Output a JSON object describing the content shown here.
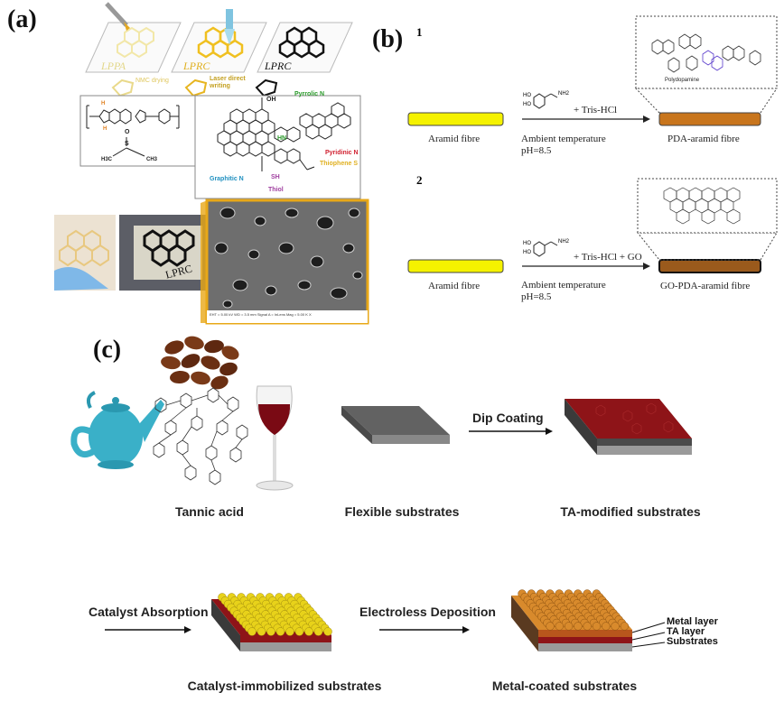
{
  "panels": {
    "a": "(a)",
    "b": "(b)",
    "c": "(c)"
  },
  "panel_a": {
    "sheet_labels": [
      "LPPA",
      "LPRC",
      "LPRC"
    ],
    "steps": [
      "NMC drying",
      "Laser direct writing"
    ],
    "molecule_labels": [
      "H",
      "H",
      "S",
      "O",
      "H3C",
      "CH3"
    ],
    "graphene_labels": {
      "oh": "OH",
      "pyrrolic": "Pyrrolic N",
      "pyridinic": "Pyridinic N",
      "thiophene": "Thiophene S",
      "graphitic": "Graphitic N",
      "thiol": "Thiol",
      "sh": "SH",
      "hn": "HN"
    },
    "photo_label": "LPRC",
    "sem_footer": "EHT = 5.00 kV    WD = 3.5 mm    Signal A = InLens    Mag = 5.00 K X"
  },
  "panel_b": {
    "row_numbers": [
      "1",
      "2"
    ],
    "fibre_label": "Aramid fibre",
    "reagent_1": "+ Tris-HCl",
    "reagent_2": "+ Tris-HCl + GO",
    "condition_temp": "Ambient temperature",
    "condition_ph": "pH=8.5",
    "product_1": "PDA-aramid fibre",
    "product_2": "GO-PDA-aramid fibre",
    "inset_label": "Polydopamine",
    "dopamine_labels": [
      "HO",
      "HO",
      "NH2"
    ]
  },
  "panel_c": {
    "caption_tannic": "Tannic acid",
    "caption_flexible": "Flexible substrates",
    "caption_ta_modified": "TA-modified substrates",
    "step_dip": "Dip Coating",
    "step_catalyst": "Catalyst Absorption",
    "step_electroless": "Electroless Deposition",
    "caption_catalyst": "Catalyst-immobilized substrates",
    "caption_metal": "Metal-coated substrates",
    "layers": [
      "Metal layer",
      "TA layer",
      "Substrates"
    ]
  },
  "colors": {
    "fibre_yellow": "#f5f200",
    "pda_orange": "#c8751c",
    "ta_red": "#8e1418",
    "substrate_grey": "#8a8a8a",
    "catalyst_yellow": "#e8d21a",
    "metal_orange": "#d88a2c",
    "sem_border": "#e8a818",
    "teapot": "#3ab0c8",
    "wine": "#7a0a14"
  }
}
